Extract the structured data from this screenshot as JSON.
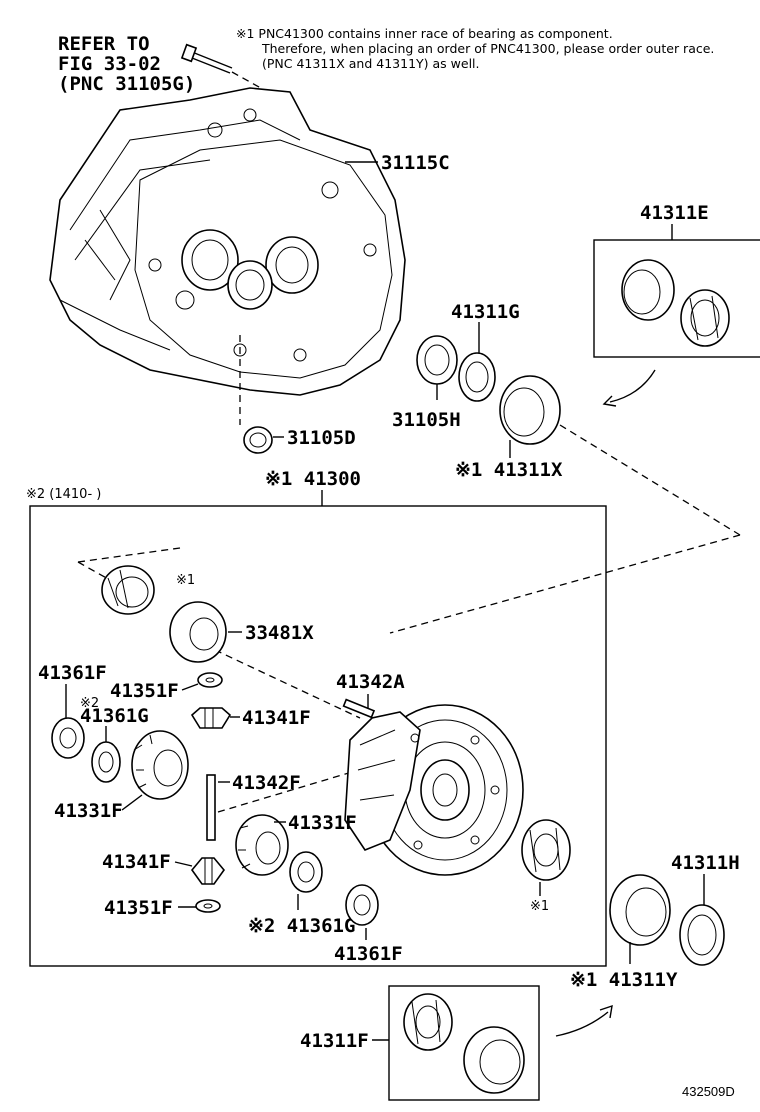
{
  "notes": {
    "line1": "※1 PNC41300 contains inner race of bearing as component.",
    "line2": "Therefore, when placing an order of PNC41300, please order outer race.",
    "line3": "(PNC 41311X and 41311Y) as well."
  },
  "refer": {
    "line1": "REFER TO",
    "line2": "FIG 33-02",
    "line3": "(PNC 31105G)"
  },
  "labels": {
    "p31115C": "31115C",
    "p31105D": "31105D",
    "p31105H": "31105H",
    "p41311G": "41311G",
    "p41311E": "41311E",
    "p41311X": "※1 41311X",
    "p41300": "※1 41300",
    "frame_note": "※2 (1410-  )",
    "p33481X": "33481X",
    "mark1_a": "※1",
    "p41361F_a": "41361F",
    "p41351F_a": "41351F",
    "mark2_a": "※2",
    "p41361G_a": "41361G",
    "p41341F_a": "41341F",
    "p41342A": "41342A",
    "p41342F": "41342F",
    "p41331F_a": "41331F",
    "p41331F_b": "41331F",
    "p41341F_b": "41341F",
    "p41351F_b": "41351F",
    "p41361G_b": "※2 41361G",
    "p41361F_b": "41361F",
    "mark1_b": "※1",
    "p41311H": "41311H",
    "p41311Y": "※1 41311Y",
    "p41311F": "41311F"
  },
  "diagram_id": "432509D"
}
